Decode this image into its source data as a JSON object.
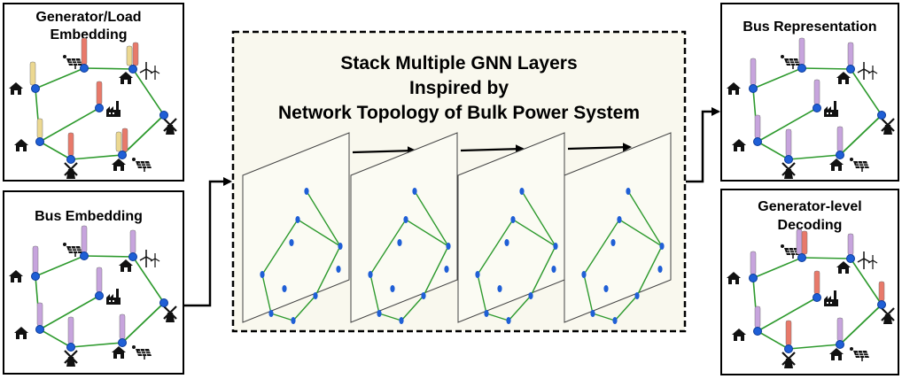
{
  "colors": {
    "edge": "#2e9a2e",
    "node": "#1f5fd6",
    "node_stroke": "#0b3a9a",
    "bar_yellow": "#ecd891",
    "bar_red": "#e8796a",
    "bar_purple": "#c7a4dd",
    "stack_bg": "#f9f8ee",
    "plane_bg": "#fbfbf3"
  },
  "panels": {
    "gen_load_embedding": {
      "title_lines": [
        "Generator/Load",
        "Embedding"
      ]
    },
    "bus_embedding": {
      "title_lines": [
        "Bus Embedding"
      ]
    },
    "bus_representation": {
      "title_lines": [
        "Bus Representation"
      ]
    },
    "generator_decoding": {
      "title_lines": [
        "Generator-level",
        "Decoding"
      ]
    }
  },
  "gnn_stack": {
    "title_lines": [
      "Stack Multiple GNN Layers",
      "Inspired by",
      "Network Topology of Bulk Power System"
    ],
    "layer_count": 4
  },
  "icon_names": [
    "house-icon",
    "solar-panel-icon",
    "wind-turbine-icon",
    "factory-icon",
    "windmill-icon"
  ]
}
